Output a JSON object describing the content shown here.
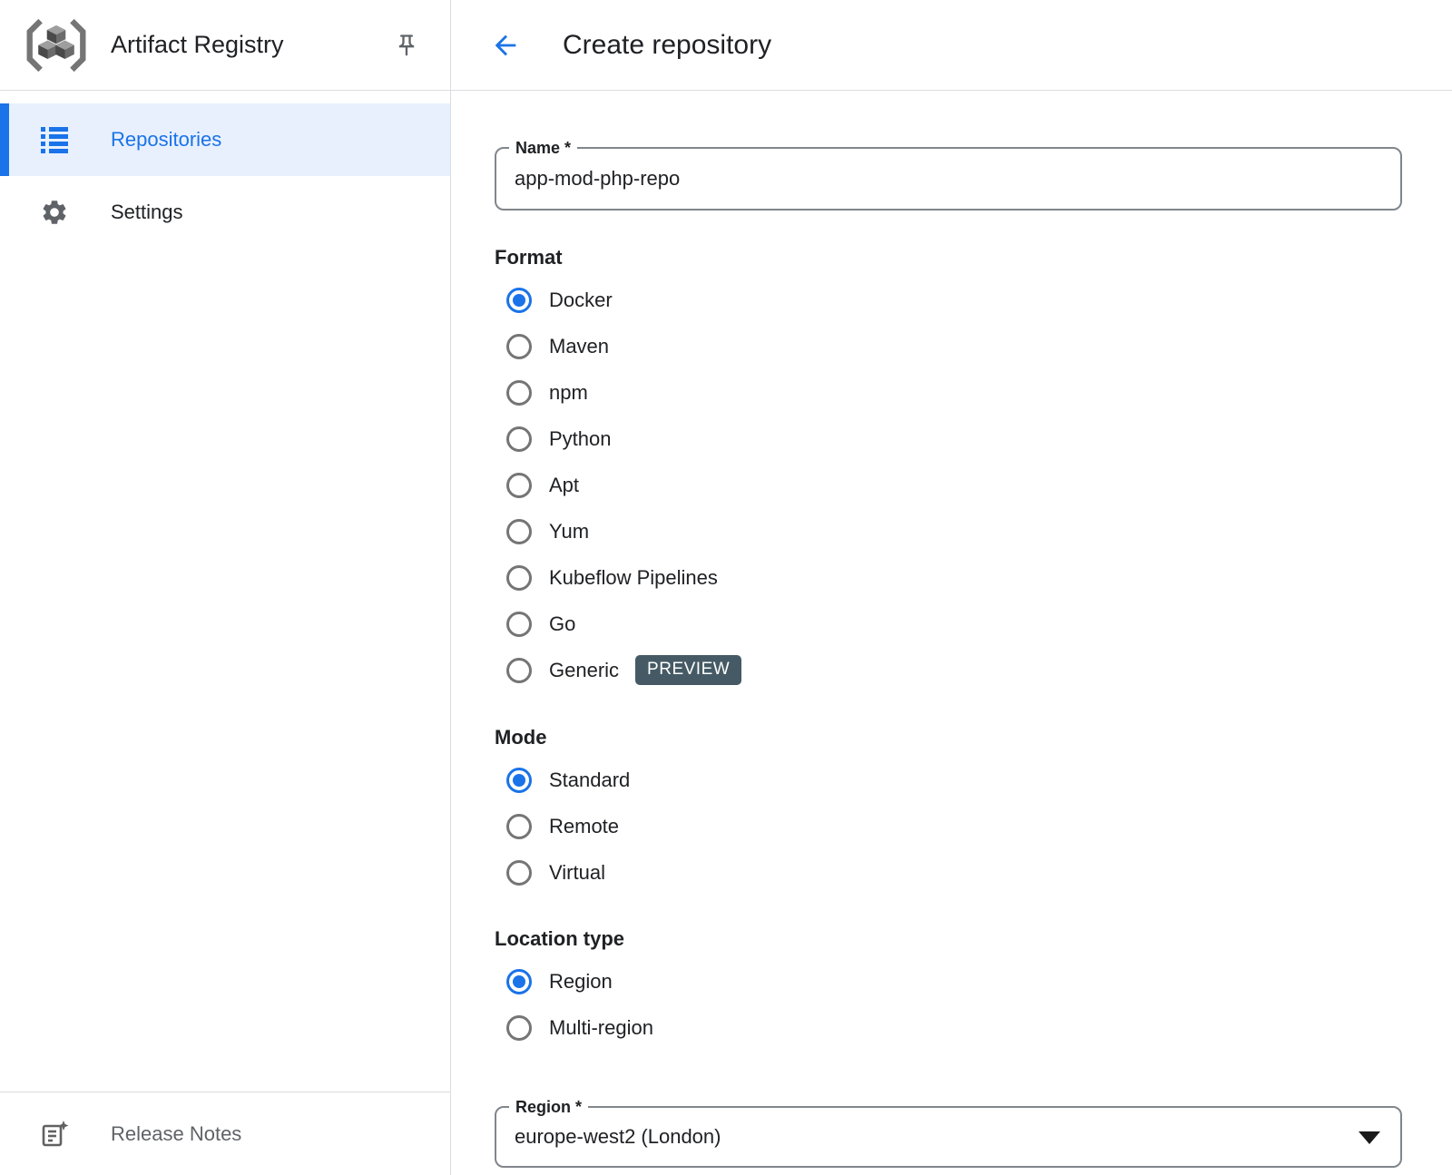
{
  "sidebar": {
    "title": "Artifact Registry",
    "items": [
      {
        "label": "Repositories",
        "selected": true
      },
      {
        "label": "Settings",
        "selected": false
      }
    ],
    "footer": {
      "label": "Release Notes"
    }
  },
  "header": {
    "title": "Create repository"
  },
  "form": {
    "name_field": {
      "label": "Name *",
      "value": "app-mod-php-repo"
    },
    "format": {
      "label": "Format",
      "options": [
        {
          "label": "Docker",
          "selected": true
        },
        {
          "label": "Maven",
          "selected": false
        },
        {
          "label": "npm",
          "selected": false
        },
        {
          "label": "Python",
          "selected": false
        },
        {
          "label": "Apt",
          "selected": false
        },
        {
          "label": "Yum",
          "selected": false
        },
        {
          "label": "Kubeflow Pipelines",
          "selected": false
        },
        {
          "label": "Go",
          "selected": false
        },
        {
          "label": "Generic",
          "selected": false,
          "badge": "PREVIEW"
        }
      ]
    },
    "mode": {
      "label": "Mode",
      "options": [
        {
          "label": "Standard",
          "selected": true
        },
        {
          "label": "Remote",
          "selected": false
        },
        {
          "label": "Virtual",
          "selected": false
        }
      ]
    },
    "location_type": {
      "label": "Location type",
      "options": [
        {
          "label": "Region",
          "selected": true
        },
        {
          "label": "Multi-region",
          "selected": false
        }
      ]
    },
    "region_field": {
      "label": "Region *",
      "value": "europe-west2 (London)"
    }
  },
  "icons": {
    "logo": "artifact-registry-logo",
    "pin": "pin-outline-icon",
    "repositories": "list-icon",
    "settings": "gear-icon",
    "release_notes": "release-notes-icon",
    "back": "back-arrow-icon",
    "region_select": "caret-down-icon"
  },
  "colors": {
    "accent_blue": "#1a73e8",
    "selected_item_bg": "#e8f0fe",
    "badge_bg": "#455a64",
    "divider": "#dadce0",
    "text": "#202124",
    "muted_text": "#5f6368",
    "radio_border": "#757575",
    "field_border": "#80868b"
  }
}
